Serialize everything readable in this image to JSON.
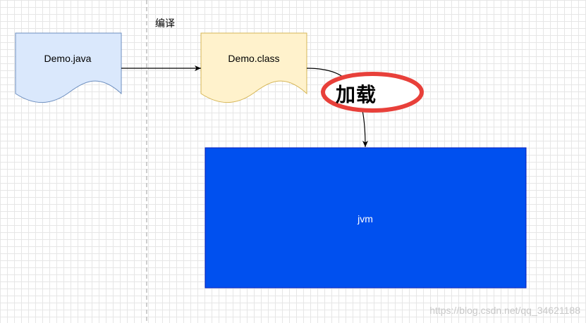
{
  "diagram": {
    "nodes": {
      "demo_java": {
        "label": "Demo.java",
        "fill": "#dae8fc",
        "stroke": "#6c8ebf"
      },
      "demo_class": {
        "label": "Demo.class",
        "fill": "#fff2cc",
        "stroke": "#d6b656"
      },
      "jvm": {
        "label": "jvm",
        "fill": "#0050ef",
        "stroke": "#001dbc",
        "text_color": "#ffffff"
      }
    },
    "edges": {
      "compile": {
        "label": "编译"
      },
      "load": {
        "label": "加载",
        "highlight_color": "#e8403a"
      }
    },
    "watermark": "https://blog.csdn.net/qq_34621188"
  }
}
